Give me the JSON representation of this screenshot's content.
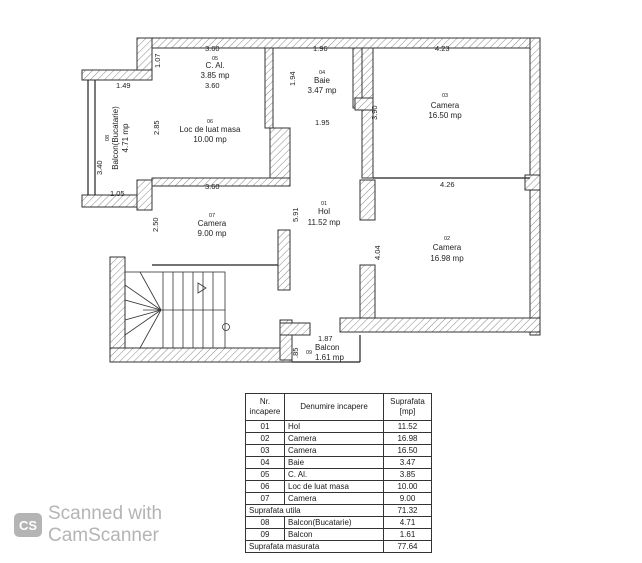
{
  "rooms": {
    "r01": {
      "num": "01",
      "name": "Hol",
      "area": "11.52 mp"
    },
    "r02": {
      "num": "02",
      "name": "Camera",
      "area": "16.98 mp"
    },
    "r03": {
      "num": "03",
      "name": "Camera",
      "area": "16.50 mp"
    },
    "r04": {
      "num": "04",
      "name": "Baie",
      "area": "3.47 mp"
    },
    "r05": {
      "num": "05",
      "name": "C. Al.",
      "area": "3.85 mp"
    },
    "r06": {
      "num": "06",
      "name": "Loc de luat masa",
      "area": "10.00 mp"
    },
    "r07": {
      "num": "07",
      "name": "Camera",
      "area": "9.00 mp"
    },
    "r08": {
      "num": "08",
      "name": "Balcon(Bucatarie)",
      "area": "4.71 mp"
    },
    "r09": {
      "num": "09",
      "name": "Balcon",
      "area": "1.61 mp"
    }
  },
  "dims": {
    "d1": "3.60",
    "d2": "1.07",
    "d3": "1.96",
    "d4": "1.94",
    "d5": "4.23",
    "d6": "1.49",
    "d7": "3.60",
    "d8": "3.40",
    "d9": "2.85",
    "d10": "1.95",
    "d11": "3.90",
    "d12": "1.05",
    "d13": "3.60",
    "d14": "4.26",
    "d15": "2.50",
    "d16": "5.91",
    "d17": "4.04",
    "d18": "1.87",
    "d19": ".85"
  },
  "table": {
    "header": [
      "Nr. incapere",
      "Denumire incapere",
      "Suprafata [mp]"
    ],
    "rows": [
      [
        "01",
        "Hol",
        "11.52"
      ],
      [
        "02",
        "Camera",
        "16.98"
      ],
      [
        "03",
        "Camera",
        "16.50"
      ],
      [
        "04",
        "Baie",
        "3.47"
      ],
      [
        "05",
        "C. Al.",
        "3.85"
      ],
      [
        "06",
        "Loc de luat masa",
        "10.00"
      ],
      [
        "07",
        "Camera",
        "9.00"
      ]
    ],
    "subtotal": {
      "label": "Suprafata utila",
      "value": "71.32"
    },
    "extra_rows": [
      [
        "08",
        "Balcon(Bucatarie)",
        "4.71"
      ],
      [
        "09",
        "Balcon",
        "1.61"
      ]
    ],
    "total": {
      "label": "Suprafata masurata",
      "value": "77.64"
    }
  },
  "watermark": {
    "logo": "CS",
    "text": "Scanned with CamScanner"
  }
}
